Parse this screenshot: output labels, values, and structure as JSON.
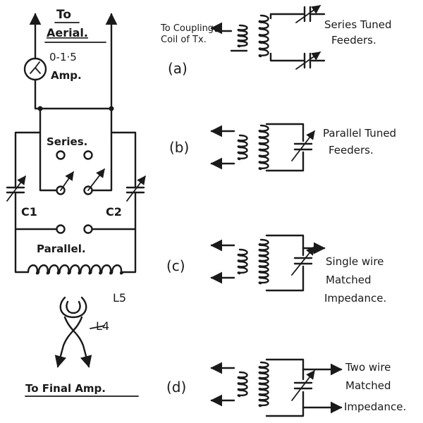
{
  "labels": {
    "to_aerial_line1": "To",
    "to_aerial_line2": "Aerial.",
    "meter_range": "0-1·5",
    "meter_unit": "Amp.",
    "series": "Series.",
    "parallel": "Parallel.",
    "c1": "C1",
    "c2": "C2",
    "l5": "L5",
    "l4": "L4",
    "to_final_amp": "To Final Amp."
  },
  "panels": {
    "a": {
      "letter": "(a)",
      "note_left_line1": "To Coupling",
      "note_left_line2": "Coil of Tx.",
      "caption_line1": "Series Tuned",
      "caption_line2": "Feeders."
    },
    "b": {
      "letter": "(b)",
      "caption_line1": "Parallel Tuned",
      "caption_line2": "Feeders."
    },
    "c": {
      "letter": "(c)",
      "caption_line1": "Single wire",
      "caption_line2": "Matched",
      "caption_line3": "Impedance."
    },
    "d": {
      "letter": "(d)",
      "caption_line1": "Two wire",
      "caption_line2": "Matched",
      "caption_line3": "Impedance."
    }
  }
}
